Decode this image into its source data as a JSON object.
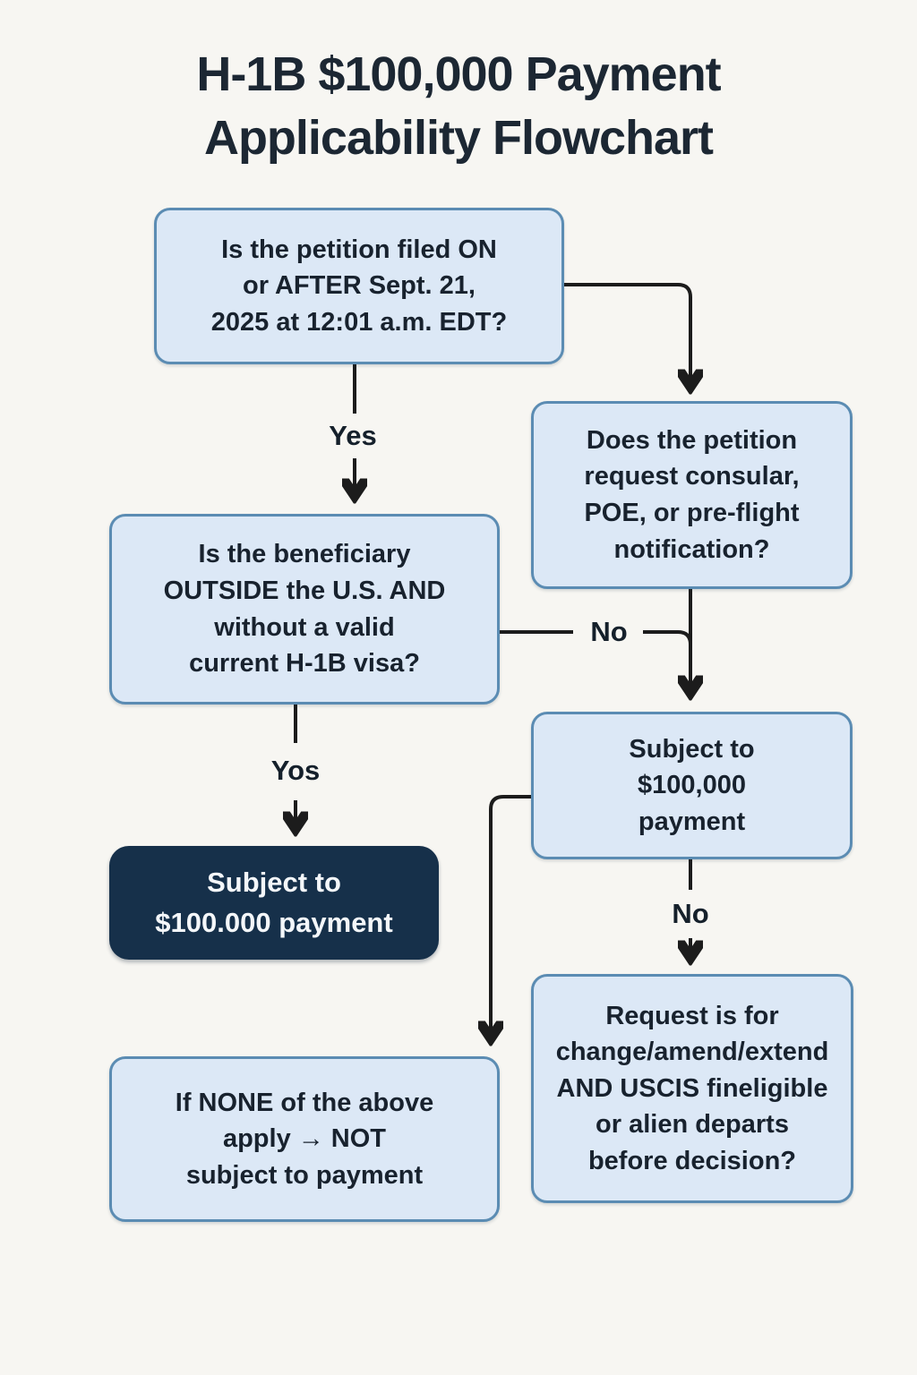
{
  "title": "H-1B $100,000 Payment\nApplicability Flowchart",
  "nodes": {
    "q_filed": "Is the petition filed ON\nor AFTER Sept. 21,\n2025 at 12:01 a.m. EDT?",
    "q_consular": "Does the petition\nrequest consular,\nPOE, or pre-flight\nnotification?",
    "q_beneficiary": "Is the beneficiary\nOUTSIDE the U.S. AND\nwithout a valid\ncurrent H-1B visa?",
    "subject_dark": "Subject to\n$100.000 payment",
    "subject_light": "Subject to\n$100,000\npayment",
    "q_change": "Request is for\nchange/amend/extend\nAND USCIS fineligible\nor alien departs\nbefore decision?",
    "not_subject": "If NONE of the above\napply → NOT\nsubject to payment"
  },
  "labels": {
    "yes": "Yes",
    "yos": "Yos",
    "no_mid": "No",
    "no_low": "No"
  },
  "colors": {
    "background": "#f7f6f2",
    "node_fill": "#dce8f6",
    "node_border": "#5b8cb3",
    "dark_node_fill": "#16304a",
    "dark_node_text": "#f4f7fa",
    "text": "#18222e",
    "connector": "#1c1c1c"
  }
}
